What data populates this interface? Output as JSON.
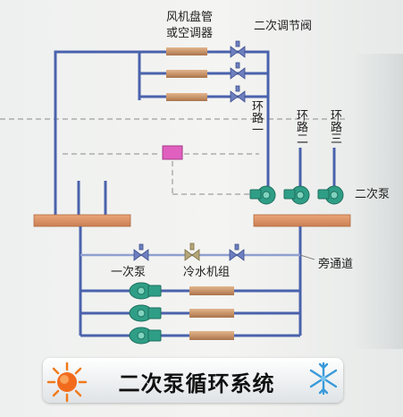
{
  "labels": {
    "fan_coil_line1": "风机盘管",
    "fan_coil_line2": "或空调器",
    "control_valve": "二次调节阀",
    "loop1": "环路一",
    "loop2": "环路二",
    "loop3": "环路三",
    "secondary_pump": "二次泵",
    "bypass": "旁通道",
    "primary_pump": "一次泵",
    "chiller": "冷水机组"
  },
  "title": "二次泵循环系统",
  "colors": {
    "pipe": "#4a62ac",
    "pipe_light": "#8fa0d0",
    "coil": "#c9956a",
    "header": "#de9468",
    "pump": "#2f9e86",
    "valve": "#6d7fbf",
    "sensor": "#e05fbf",
    "dash": "#8a8a8a"
  },
  "icons": [
    "sun-icon",
    "snowflake-icon"
  ]
}
